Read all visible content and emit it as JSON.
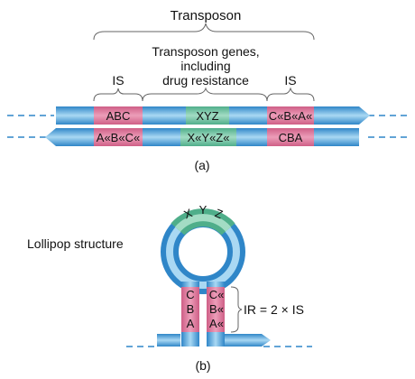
{
  "part_a": {
    "title": "Transposon",
    "genes_label": {
      "line1": "Transposon genes,",
      "line2": "including",
      "line3": "drug resistance"
    },
    "is_left": "IS",
    "is_right": "IS",
    "top_strand": {
      "left": "ABC",
      "middle": "XYZ",
      "right": "C«B«A«"
    },
    "bottom_strand": {
      "left": "A«B«C«",
      "middle": "X«Y«Z«",
      "right": "CBA"
    },
    "caption": "(a)"
  },
  "part_b": {
    "loop_label": "Lollipop structure",
    "loop_letters": [
      "X",
      "Y",
      "Z"
    ],
    "left_stem": [
      "C",
      "B",
      "A"
    ],
    "right_stem": [
      "C«",
      "B«",
      "A«"
    ],
    "ir_label": "IR = 2 × IS",
    "caption": "(b)"
  },
  "colors": {
    "dna_dark": "#2f86c8",
    "dna_light": "#a9d8f3",
    "is_segment": "#cf5f86",
    "is_segment_light": "#ec9db9",
    "gene_segment": "#4fae8a",
    "gene_segment_light": "#a3dcc4",
    "bracket": "#666666"
  }
}
